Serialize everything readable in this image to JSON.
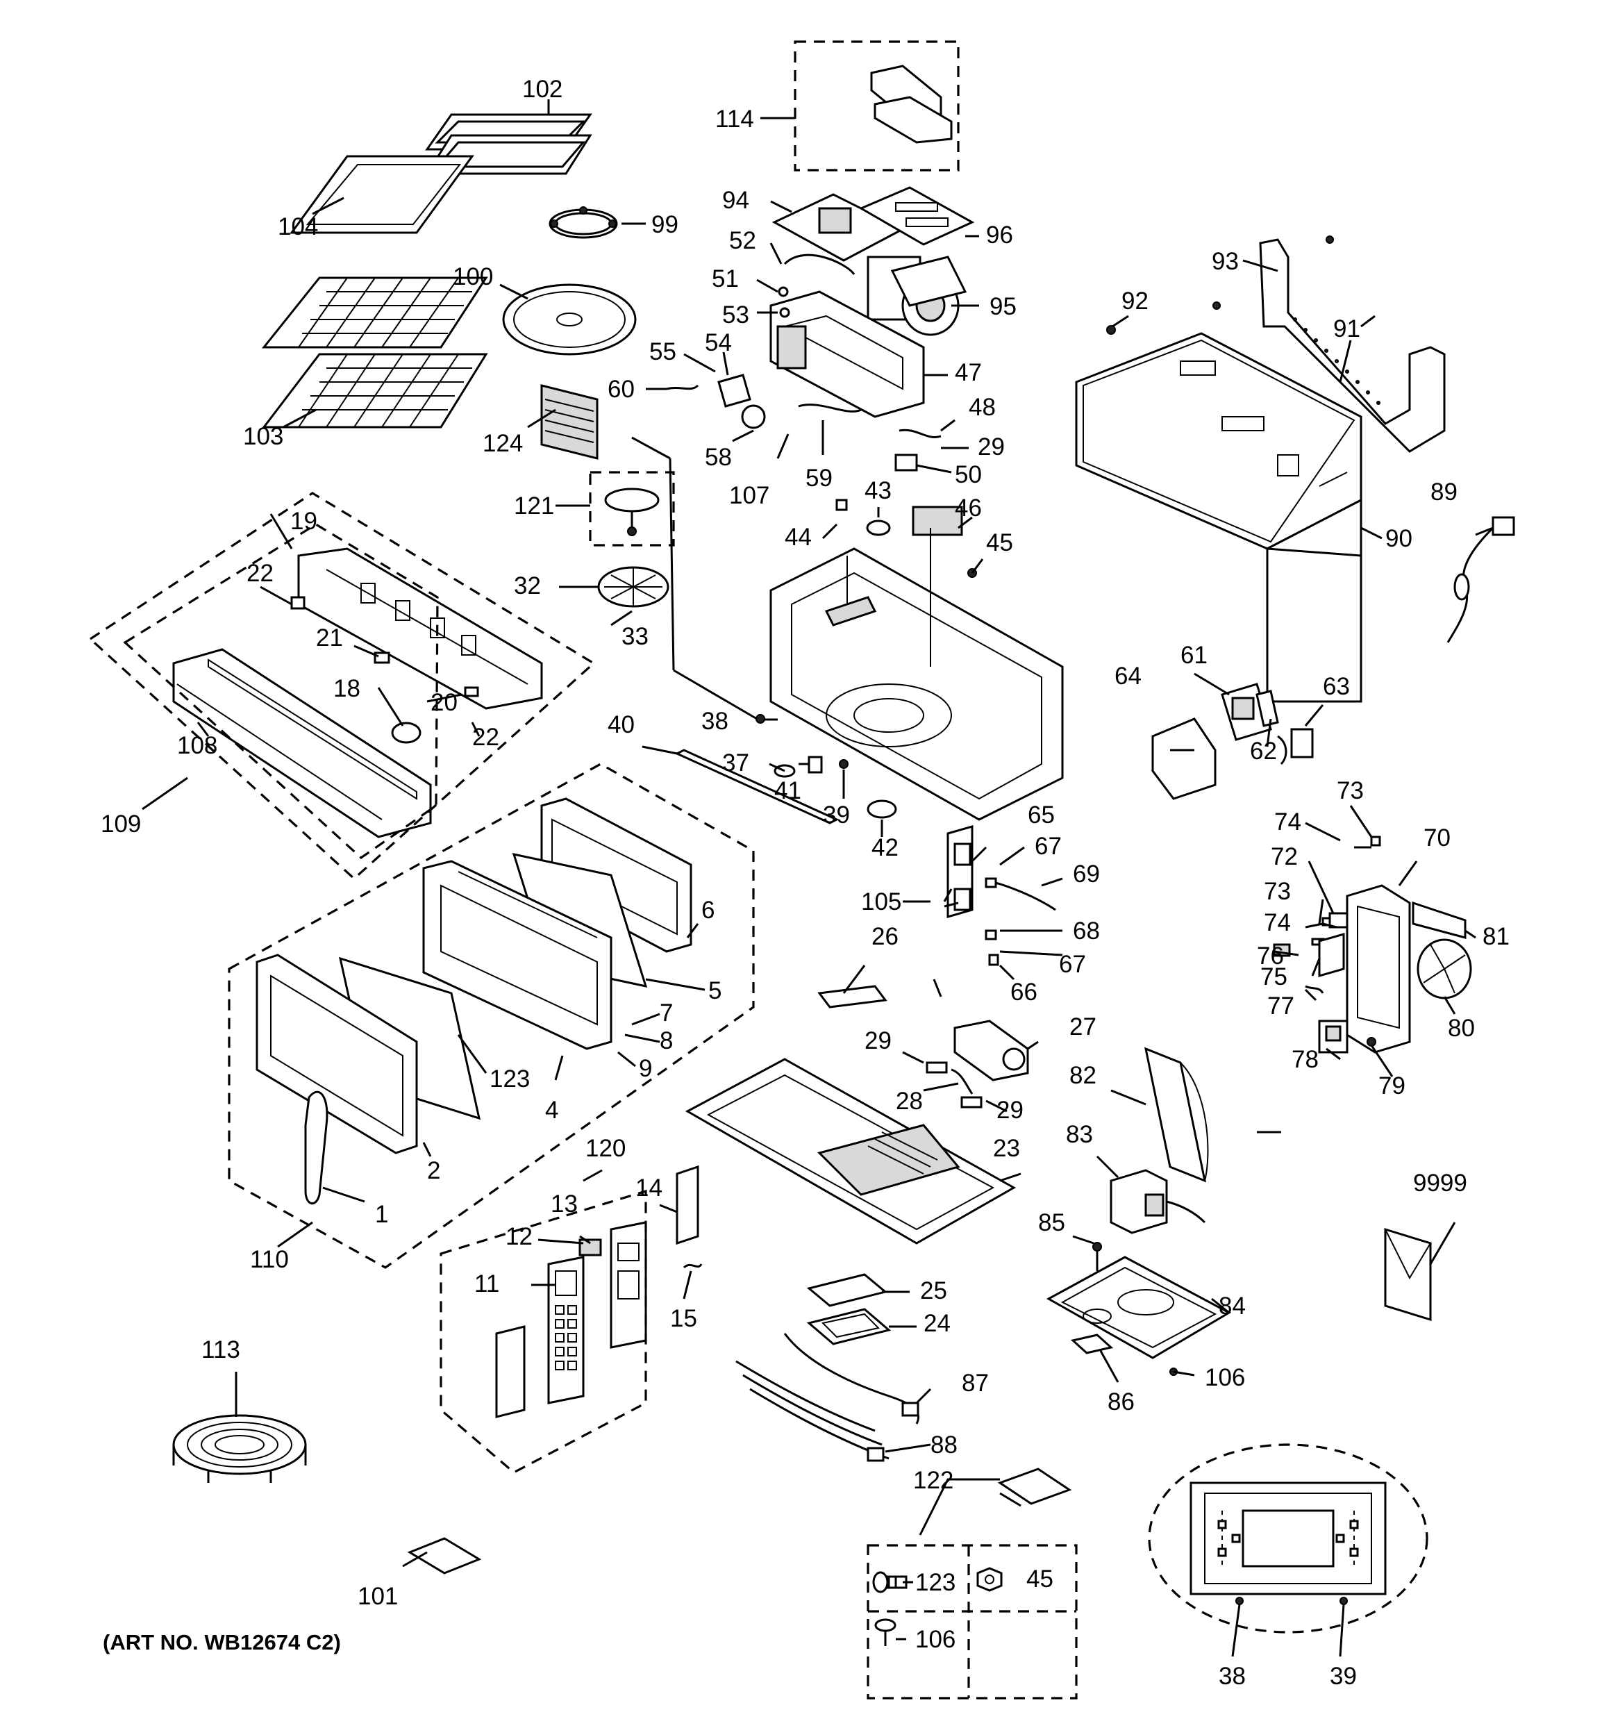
{
  "diagram": {
    "caption": "(ART NO. WB12674 C2)",
    "callouts": [
      "1",
      "2",
      "4",
      "5",
      "6",
      "7",
      "8",
      "9",
      "11",
      "12",
      "13",
      "14",
      "15",
      "18",
      "19",
      "20",
      "21",
      "22",
      "22",
      "23",
      "24",
      "25",
      "26",
      "27",
      "28",
      "29",
      "29",
      "29",
      "32",
      "33",
      "37",
      "38",
      "38",
      "39",
      "39",
      "40",
      "41",
      "42",
      "43",
      "44",
      "45",
      "45",
      "46",
      "47",
      "48",
      "50",
      "51",
      "52",
      "53",
      "54",
      "55",
      "58",
      "59",
      "60",
      "61",
      "62",
      "63",
      "64",
      "65",
      "66",
      "67",
      "67",
      "68",
      "69",
      "70",
      "72",
      "73",
      "73",
      "74",
      "74",
      "75",
      "76",
      "77",
      "78",
      "79",
      "80",
      "81",
      "82",
      "83",
      "84",
      "85",
      "86",
      "87",
      "88",
      "89",
      "90",
      "91",
      "92",
      "93",
      "94",
      "95",
      "96",
      "99",
      "100",
      "101",
      "102",
      "103",
      "104",
      "105",
      "106",
      "106",
      "107",
      "108",
      "109",
      "110",
      "113",
      "114",
      "120",
      "121",
      "122",
      "123",
      "123",
      "124",
      "9999"
    ]
  }
}
